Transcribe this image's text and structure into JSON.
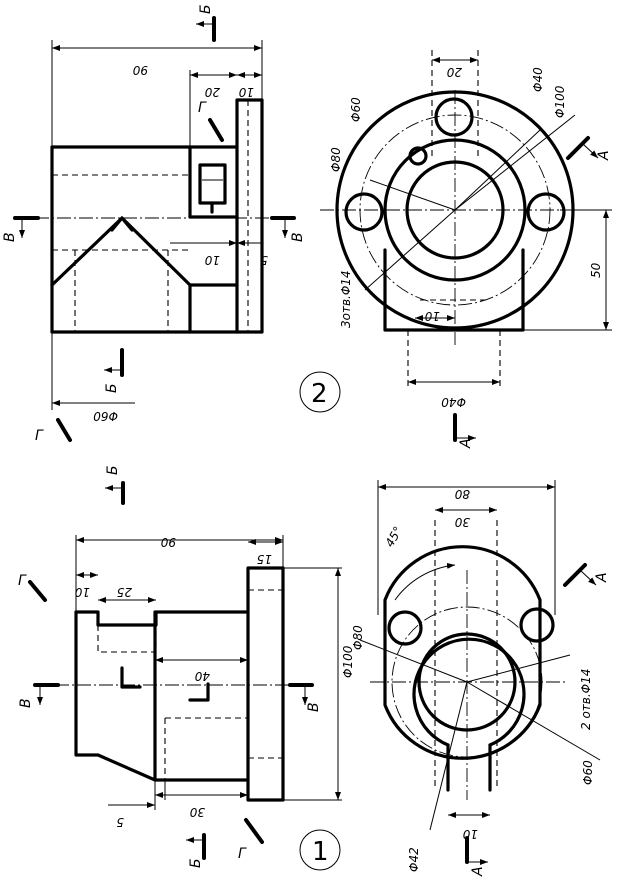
{
  "drawing_1": {
    "number": "1",
    "section_labels": {
      "b1": "Б",
      "b2": "Б",
      "v1": "В",
      "v2": "В",
      "g1": "Г",
      "g2": "Г",
      "a1": "А",
      "a2": "А"
    },
    "dims_side": {
      "overall": "90",
      "top": "10",
      "recess": "25",
      "flange": "15",
      "mid": "40",
      "bottom_small": "5",
      "bottom_30": "30",
      "dia100": "Φ100"
    },
    "dims_plan": {
      "overall": "80",
      "inner": "30",
      "angle": "45°",
      "dia80": "Φ80",
      "dia42": "Φ42",
      "dia60": "Φ60",
      "holes": "2 отв.Φ14",
      "slot": "10"
    }
  },
  "drawing_2": {
    "number": "2",
    "section_labels": {
      "b1": "Б",
      "b2": "Б",
      "v1": "В",
      "v2": "В",
      "g1": "Г",
      "g2": "Г",
      "a1": "А",
      "a2": "А"
    },
    "dims_side": {
      "overall": "90",
      "top20": "20",
      "top10": "10",
      "small10": "10",
      "small5": "5",
      "dia60": "Φ60"
    },
    "dims_plan": {
      "top20": "20",
      "dia40": "Φ40",
      "dia60": "Φ60",
      "dia100": "Φ100",
      "dia80": "Φ80",
      "holes": "3отв.Φ14",
      "slot10": "10",
      "dia40b": "Φ40",
      "h50": "50"
    }
  }
}
